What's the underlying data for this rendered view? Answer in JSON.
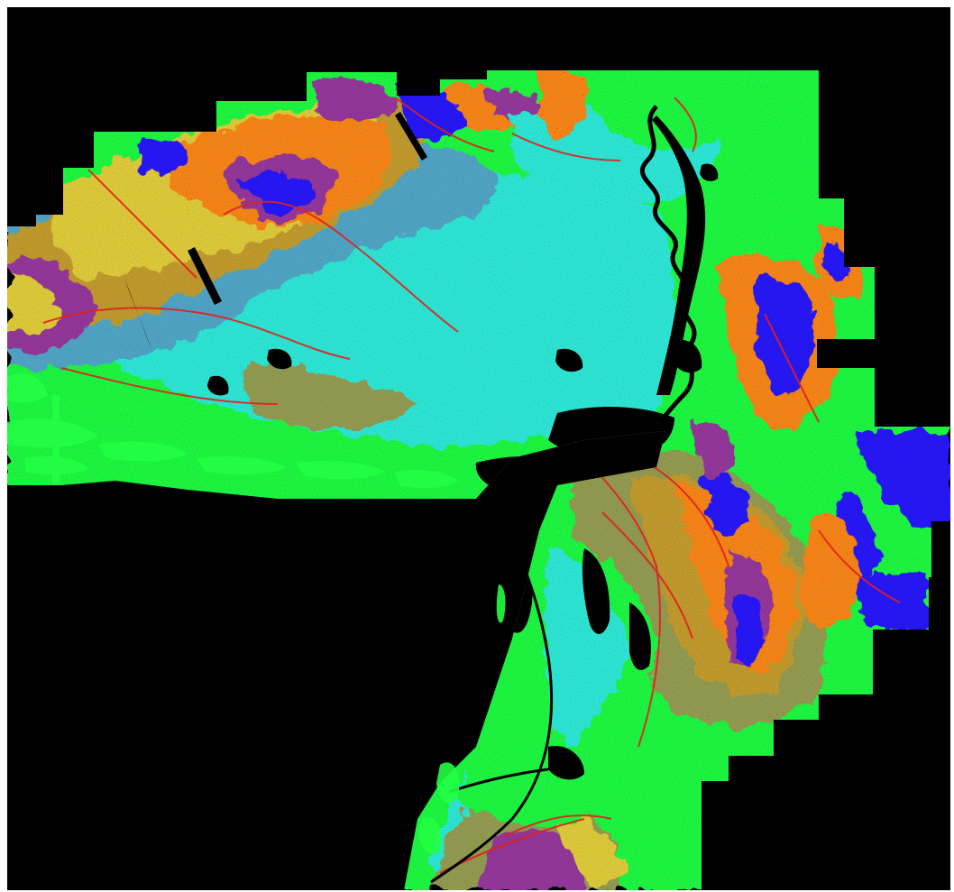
{
  "map": {
    "kind": "colorized-elevation-relief",
    "background_color": "#000000",
    "frame_color": "#ffffff",
    "palette": {
      "lowland_green": "#22ff44",
      "lowland_cyan": "#33eedd",
      "mid_teal": "#55aacc",
      "mid_olive": "#99a055",
      "upland_yellow": "#e6d23c",
      "upland_gold": "#c8a030",
      "high_orange": "#ff8a1e",
      "high_purple": "#9a3aa0",
      "peak_blue": "#2a1aff",
      "stream_red": "#e0201c",
      "water_black": "#000000"
    },
    "icons": {
      "rivers": "river-network",
      "lakes": "lake-bodies"
    }
  }
}
